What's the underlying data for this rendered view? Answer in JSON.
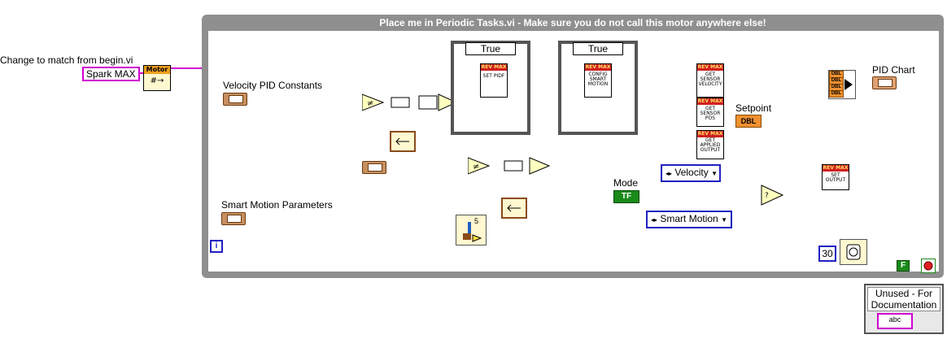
{
  "texts": {
    "change_label": "Change to match from begin.vi",
    "spark_max": "Spark MAX",
    "motor_label": "Motor",
    "loop_title": "Place me in Periodic Tasks.vi - Make sure you do not call this motor anywhere else!",
    "velocity_pid_label": "Velocity PID Constants",
    "smart_motion_label": "Smart Motion Parameters",
    "case1_selector": "True",
    "case2_selector": "True",
    "pid_chart_label": "PID Chart",
    "setpoint_label": "Setpoint",
    "setpoint_type": "DBL",
    "mode_label": "Mode",
    "mode_type": "TF",
    "ring_velocity": "Velocity",
    "ring_smart_motion": "Smart Motion",
    "wait_ms": "30",
    "stop_const": "F",
    "unused_label": "Unused - For Documentation",
    "shift_count": "5",
    "info_glyph": "i",
    "string_const": "abc"
  },
  "vis": [
    {
      "id": "set-pidf",
      "brand": "REV MAX",
      "text": "SET PIDF"
    },
    {
      "id": "config-smart-motion",
      "brand": "REV MAX",
      "text": "CONFIG SMART MOTION"
    },
    {
      "id": "get-sensor-velocity",
      "brand": "REV MAX",
      "text": "GET SENSOR VELOCITY"
    },
    {
      "id": "get-sensor-pos",
      "brand": "REV MAX",
      "text": "GET SENSOR POS"
    },
    {
      "id": "get-applied-output",
      "brand": "REV MAX",
      "text": "GET APPLIED OUTPUT"
    },
    {
      "id": "set-output",
      "brand": "REV MAX",
      "text": "SET OUTPUT"
    }
  ],
  "bundle_inputs": [
    "DBL",
    "DBL",
    "DBL",
    "DBL"
  ],
  "colors": {
    "refnum_wire": "#d000d0",
    "cluster_wire": "#8a4a1a",
    "double_wire": "#f09030",
    "enum_wire": "#2020c0",
    "bool_wire": "#1a8a1a"
  }
}
